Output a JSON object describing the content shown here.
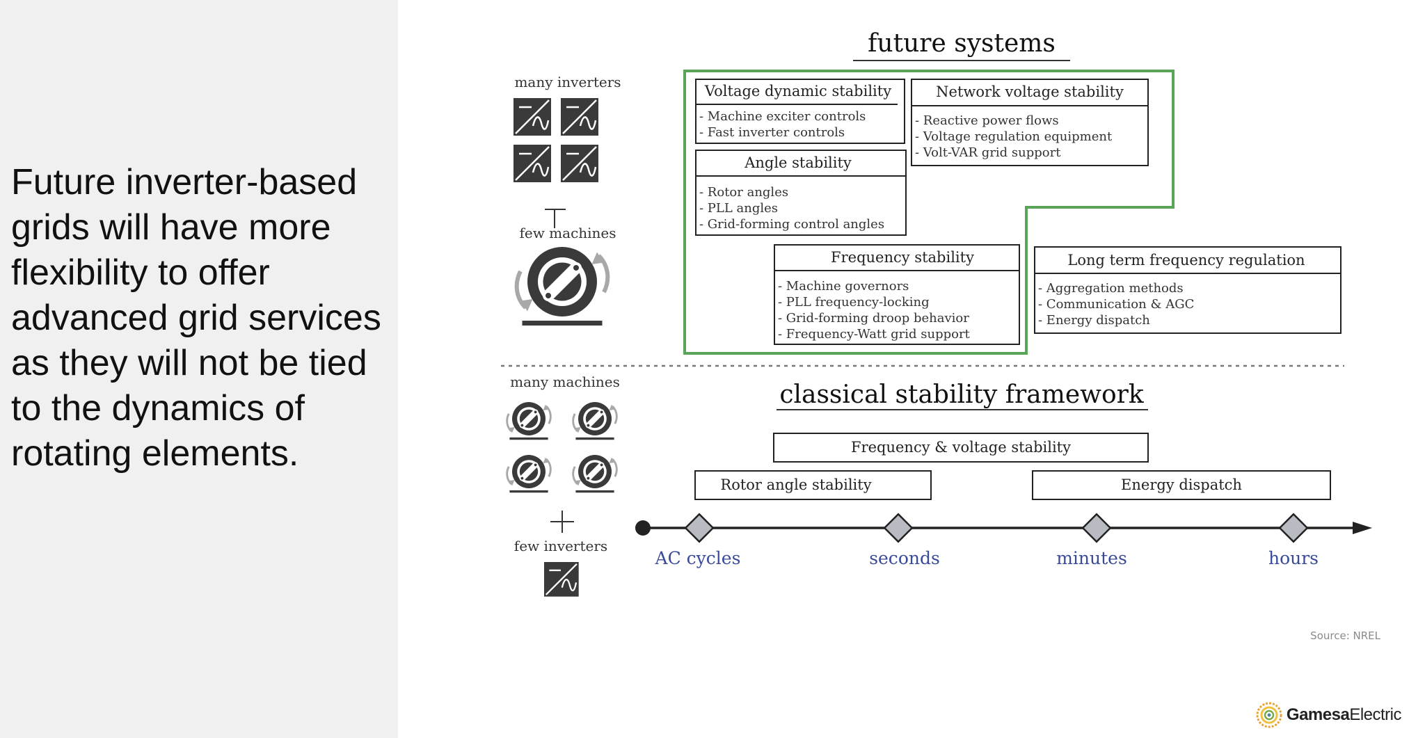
{
  "left_text": "Future inverter-based grids will have more flexibility to offer advanced grid services as they will not be tied to the dynamics of rotating elements.",
  "future": {
    "title": "future systems",
    "top_label": "many inverters",
    "bottom_label": "few machines",
    "boxes": [
      {
        "title": "Voltage dynamic stability",
        "items": [
          "- Machine exciter controls",
          "- Fast inverter controls"
        ]
      },
      {
        "title": "Network voltage stability",
        "items": [
          "- Reactive power flows",
          "- Voltage regulation equipment",
          "- Volt-VAR grid support"
        ]
      },
      {
        "title": "Angle stability",
        "items": [
          "- Rotor angles",
          "- PLL angles",
          "- Grid-forming control angles"
        ]
      },
      {
        "title": "Frequency stability",
        "items": [
          "- Machine governors",
          "- PLL frequency-locking",
          "- Grid-forming droop behavior",
          "- Frequency-Watt grid support"
        ]
      },
      {
        "title": "Long term frequency regulation",
        "items": [
          "- Aggregation methods",
          "- Communication & AGC",
          "- Energy dispatch"
        ]
      }
    ]
  },
  "classical": {
    "title": "classical stability framework",
    "top_label": "many machines",
    "bottom_label": "few inverters",
    "boxes": [
      "Frequency & voltage stability",
      "Rotor angle stability",
      "Energy dispatch"
    ]
  },
  "timeline": {
    "labels": [
      "AC cycles",
      "seconds",
      "minutes",
      "hours"
    ],
    "label_color": "#3a4a9a"
  },
  "colors": {
    "future_outline": "#5aa55a",
    "icon_fill": "#3a3a3a",
    "arrow_gray": "#a8a8a8",
    "diamond_fill": "#b8bcc2"
  },
  "source": "Source: NREL",
  "logo": {
    "bold": "Gamesa",
    "light": "Electric"
  }
}
